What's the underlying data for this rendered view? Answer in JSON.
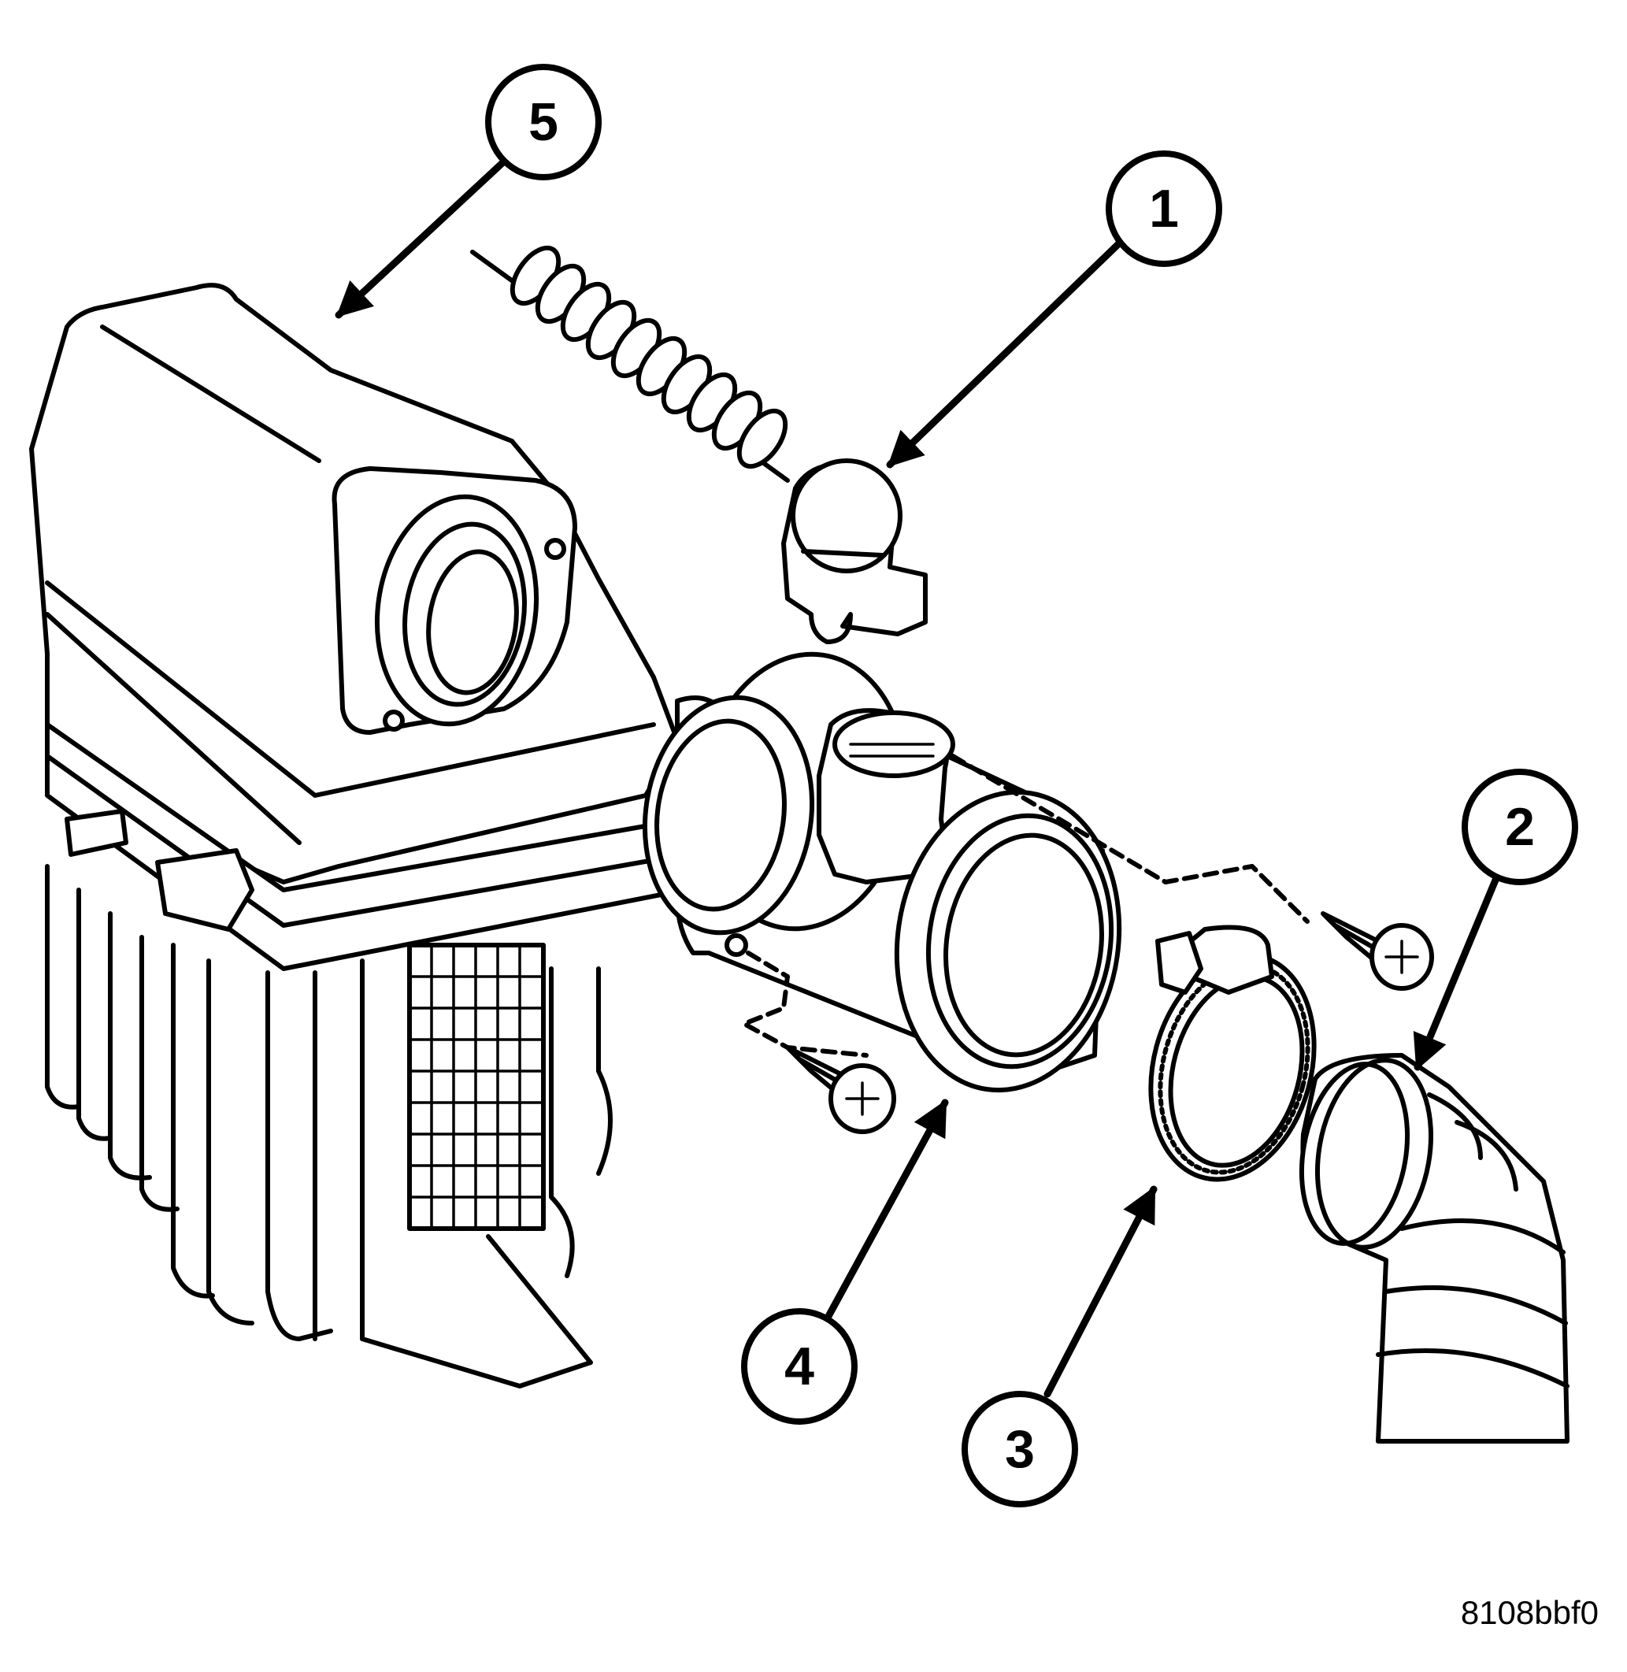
{
  "callouts": {
    "c1": "1",
    "c2": "2",
    "c3": "3",
    "c4": "4",
    "c5": "5"
  },
  "figure_id": "8108bbf0",
  "colors": {
    "line": "#000000",
    "background": "#ffffff"
  }
}
